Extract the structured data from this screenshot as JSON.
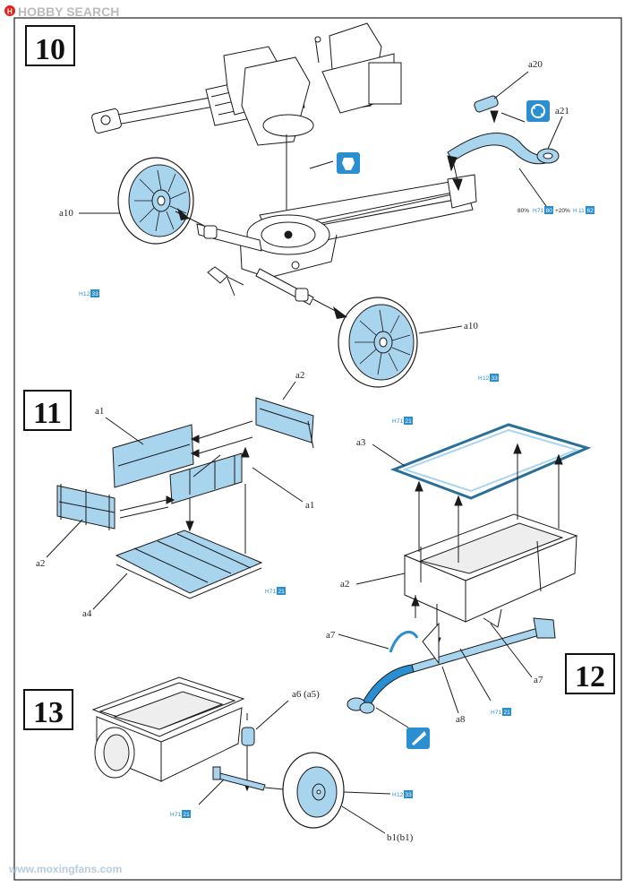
{
  "watermark": {
    "brand_text": "HOBBY SEARCH",
    "bottom_text": "www.moxingfans.com"
  },
  "steps": {
    "s10": "10",
    "s11": "11",
    "s12": "12",
    "s13": "13"
  },
  "labels": {
    "a10_top": "a10",
    "a10_bottom": "a10",
    "a20": "a20",
    "a21": "a21",
    "a1_left": "a1",
    "a1_right": "a1",
    "a2_top": "a2",
    "a2_left": "a2",
    "a2_s12": "a2",
    "a3": "a3",
    "a4": "a4",
    "a7_left": "a7",
    "a7_right": "a7",
    "a8": "a8",
    "a6": "a6 (a5)",
    "b1": "b1(b1)"
  },
  "paint": {
    "mix": {
      "pct1": "80%",
      "h1": "H",
      "n1": "71",
      "code1": "80",
      "plus": "+20%",
      "h2": "H",
      "n2": "11",
      "code2": "62"
    },
    "tire_top": {
      "h": "H",
      "n": "12",
      "code": "33"
    },
    "tire_bottom": {
      "h": "H",
      "n": "12",
      "code": "33"
    },
    "step11": {
      "h": "H",
      "n": "71",
      "code": "21"
    },
    "frame": {
      "h": "H",
      "n": "71",
      "code": "21"
    },
    "tow": {
      "h": "H",
      "n": "71",
      "code": "21"
    },
    "axle": {
      "h": "H",
      "n": "71",
      "code": "21"
    },
    "wheel13": {
      "h": "H",
      "n": "12",
      "code": "33"
    }
  },
  "colors": {
    "part_blue": "#a8d4ee",
    "code_blue": "#2a8fd0",
    "line": "#1a1a1a"
  }
}
